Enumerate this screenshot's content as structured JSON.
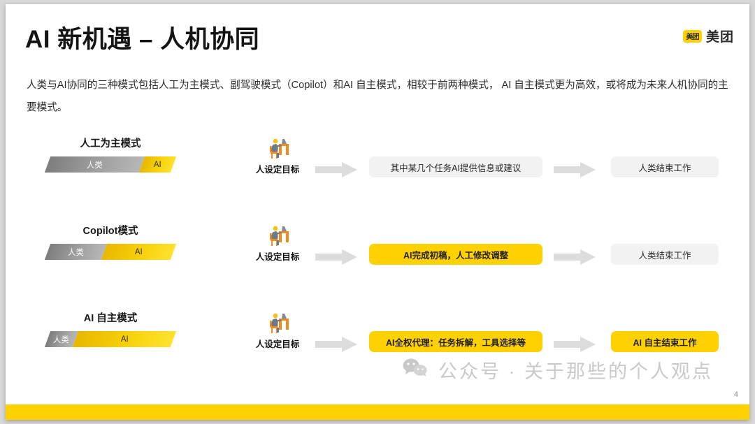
{
  "slide": {
    "title": "AI 新机遇 – 人机协同",
    "lead_paragraph": "人类与AI协同的三种模式包括人工为主模式、副驾驶模式（Copilot）和AI 自主模式，相较于前两种模式， AI 自主模式更为高效，或将成为未来人机协同的主要模式。",
    "page_number": "4",
    "accent_color": "#ffd100",
    "footer_bar_color": "#ffd100"
  },
  "brand": {
    "badge_text": "美团",
    "name": "美团",
    "badge_color": "#ffd100"
  },
  "watermark": {
    "icon": "wechat-icon",
    "text": "公众号 · 关于那些的个人观点",
    "color": "#c9c9c9"
  },
  "rows": [
    {
      "mode_title": "人工为主模式",
      "bar": {
        "human_label": "人类",
        "ai_label": "AI",
        "human_percent": 75,
        "ai_percent": 25,
        "human_color": "#9a9a9a",
        "ai_color": "#f6cf08"
      },
      "actor": {
        "icon": "person-at-desk-icon",
        "label": "人设定目标"
      },
      "arrow_1": "arrow-right-icon",
      "middle_box": {
        "text": "其中某几个任务AI提供信息或建议",
        "style": "grey"
      },
      "arrow_2": "arrow-right-icon",
      "end_box": {
        "text": "人类结束工作",
        "style": "grey"
      }
    },
    {
      "mode_title": "Copilot模式",
      "bar": {
        "human_label": "人类",
        "ai_label": "AI",
        "human_percent": 45,
        "ai_percent": 55,
        "human_color": "#9a9a9a",
        "ai_color": "#f6cf08"
      },
      "actor": {
        "icon": "person-at-desk-icon",
        "label": "人设定目标"
      },
      "arrow_1": "arrow-right-icon",
      "middle_box": {
        "text": "AI完成初稿，人工修改调整",
        "style": "yellow"
      },
      "arrow_2": "arrow-right-icon",
      "end_box": {
        "text": "人类结束工作",
        "style": "grey"
      }
    },
    {
      "mode_title": "AI 自主模式",
      "bar": {
        "human_label": "人类",
        "ai_label": "AI",
        "human_percent": 22,
        "ai_percent": 78,
        "human_color": "#9a9a9a",
        "ai_color": "#f6cf08"
      },
      "actor": {
        "icon": "person-at-desk-icon",
        "label": "人设定目标"
      },
      "arrow_1": "arrow-right-icon",
      "middle_box": {
        "text": "AI全权代理：任务拆解，工具选择等",
        "style": "yellow"
      },
      "arrow_2": "arrow-right-icon",
      "end_box": {
        "text": "AI 自主结束工作",
        "style": "yellow"
      }
    }
  ]
}
